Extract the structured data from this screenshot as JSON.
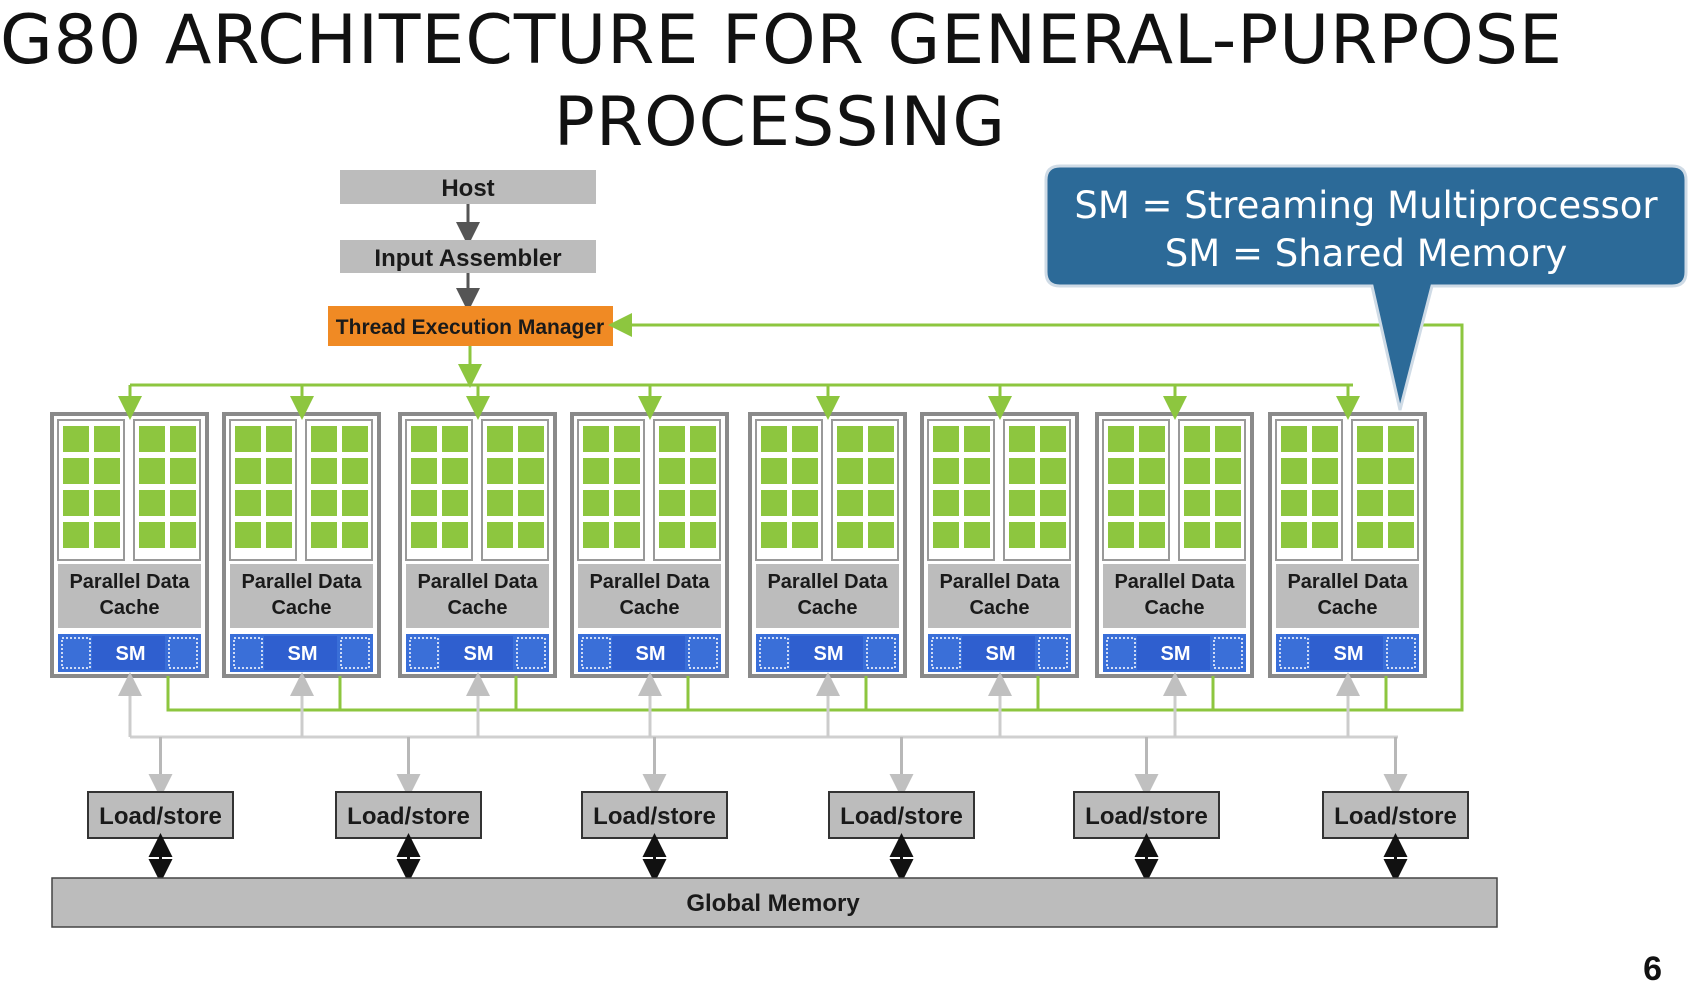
{
  "slide": {
    "title_line1": "G80 ARCHITECTURE FOR GENERAL-PURPOSE",
    "title_line2": "PROCESSING",
    "page_number": "6"
  },
  "callout": {
    "line1": "SM = Streaming Multiprocessor",
    "line2": "SM = Shared Memory",
    "color": "#2c6a98"
  },
  "diagram": {
    "host_label": "Host",
    "input_assembler_label": "Input Assembler",
    "thread_manager_label": "Thread Execution Manager",
    "global_memory_label": "Global Memory",
    "sm_blocks": [
      {
        "cache_line1": "Parallel Data",
        "cache_line2": "Cache",
        "sm_label": "SM"
      },
      {
        "cache_line1": "Parallel Data",
        "cache_line2": "Cache",
        "sm_label": "SM"
      },
      {
        "cache_line1": "Parallel Data",
        "cache_line2": "Cache",
        "sm_label": "SM"
      },
      {
        "cache_line1": "Parallel Data",
        "cache_line2": "Cache",
        "sm_label": "SM"
      },
      {
        "cache_line1": "Parallel Data",
        "cache_line2": "Cache",
        "sm_label": "SM"
      },
      {
        "cache_line1": "Parallel Data",
        "cache_line2": "Cache",
        "sm_label": "SM"
      },
      {
        "cache_line1": "Parallel Data",
        "cache_line2": "Cache",
        "sm_label": "SM"
      },
      {
        "cache_line1": "Parallel Data",
        "cache_line2": "Cache",
        "sm_label": "SM"
      }
    ],
    "load_store_units": [
      {
        "label": "Load/store"
      },
      {
        "label": "Load/store"
      },
      {
        "label": "Load/store"
      },
      {
        "label": "Load/store"
      },
      {
        "label": "Load/store"
      },
      {
        "label": "Load/store"
      }
    ],
    "colors": {
      "green": "#8dc63f",
      "orange": "#f08a24",
      "sm_blue": "#2f5fcf",
      "gray_box": "#bcbcbc",
      "frame_gray": "#8a8a8a",
      "light_gray_line": "#c8c8c8"
    }
  }
}
